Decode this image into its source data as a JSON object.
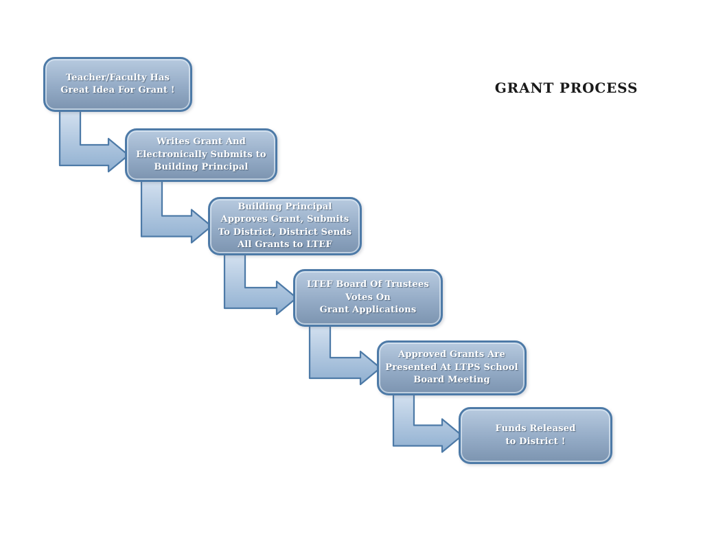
{
  "title": "GRANT PROCESS",
  "flowchart": {
    "steps": [
      {
        "label": "Teacher/Faculty Has\nGreat Idea For Grant !"
      },
      {
        "label": "Writes Grant And\nElectronically Submits to\nBuilding Principal"
      },
      {
        "label": "Building Principal\nApproves Grant, Submits\nTo District, District Sends\nAll Grants to LTEF"
      },
      {
        "label": "LTEF Board Of Trustees\nVotes On\nGrant Applications"
      },
      {
        "label": "Approved Grants Are\nPresented At LTPS School\nBoard Meeting"
      },
      {
        "label": "Funds Released\nto District !"
      }
    ],
    "colors": {
      "box_border": "#4d7aa7",
      "box_fill_top": "#b7cadf",
      "box_fill_mid": "#94abc6",
      "box_fill_bottom": "#7c94b0",
      "box_text": "#ffffff",
      "arrow_border": "#4d7aa7",
      "arrow_fill_top": "#d8e4f2",
      "arrow_fill_bottom": "#8fafd0",
      "title_text": "#1a1a1a",
      "background": "#ffffff"
    }
  }
}
